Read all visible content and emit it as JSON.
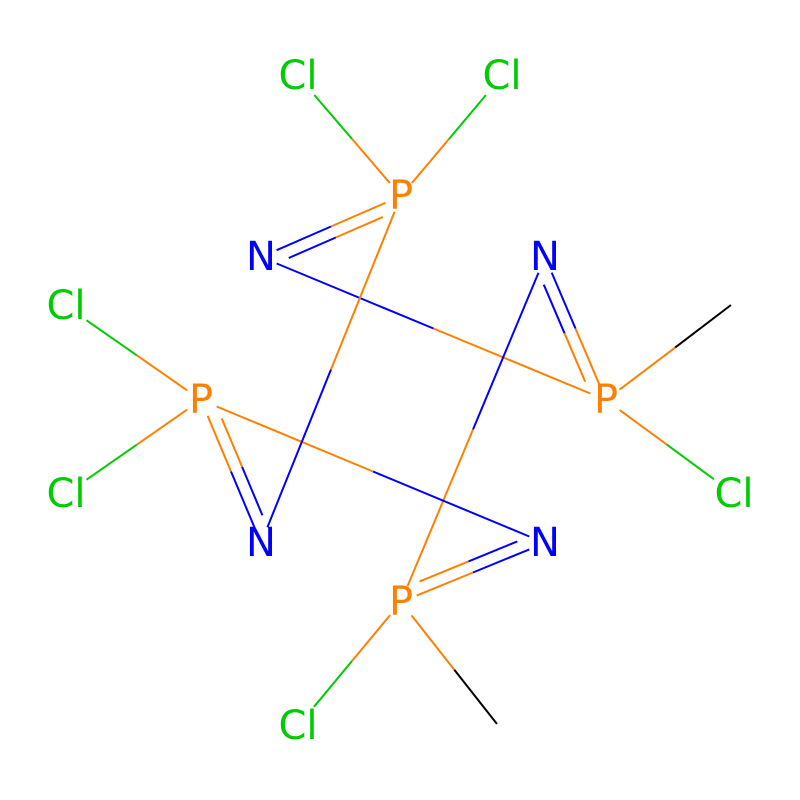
{
  "colors": {
    "P": "#ff8000",
    "N": "#0000ff",
    "Cl": "#00cc00",
    "C": "#000000",
    "background": "#ffffff"
  },
  "atoms": [
    {
      "id": "P1",
      "element": "P",
      "label": "P"
    },
    {
      "id": "N1",
      "element": "N",
      "label": "N"
    },
    {
      "id": "P2",
      "element": "P",
      "label": "P"
    },
    {
      "id": "N2",
      "element": "N",
      "label": "N"
    },
    {
      "id": "P3",
      "element": "P",
      "label": "P"
    },
    {
      "id": "N3",
      "element": "N",
      "label": "N"
    },
    {
      "id": "P4",
      "element": "P",
      "label": "P"
    },
    {
      "id": "N4",
      "element": "N",
      "label": "N"
    },
    {
      "id": "Cl1",
      "element": "Cl",
      "label": "Cl"
    },
    {
      "id": "Cl2",
      "element": "Cl",
      "label": "Cl"
    },
    {
      "id": "Cl3",
      "element": "Cl",
      "label": "Cl"
    },
    {
      "id": "Cl4",
      "element": "Cl",
      "label": "Cl"
    },
    {
      "id": "Cl5",
      "element": "Cl",
      "label": "Cl"
    },
    {
      "id": "Cl6",
      "element": "Cl",
      "label": "Cl"
    },
    {
      "id": "C1",
      "element": "C",
      "label": ""
    },
    {
      "id": "C2",
      "element": "C",
      "label": ""
    }
  ],
  "bonds": [
    {
      "from": "P1",
      "to": "N1",
      "order": 2
    },
    {
      "from": "N1",
      "to": "P2",
      "order": 1
    },
    {
      "from": "P2",
      "to": "N2",
      "order": 2
    },
    {
      "from": "N2",
      "to": "P3",
      "order": 1
    },
    {
      "from": "P3",
      "to": "N3",
      "order": 2
    },
    {
      "from": "N3",
      "to": "P4",
      "order": 1
    },
    {
      "from": "P4",
      "to": "N4",
      "order": 2
    },
    {
      "from": "N4",
      "to": "P1",
      "order": 1
    },
    {
      "from": "P1",
      "to": "Cl1",
      "order": 1
    },
    {
      "from": "P1",
      "to": "Cl2",
      "order": 1
    },
    {
      "from": "P2",
      "to": "C1",
      "order": 1
    },
    {
      "from": "P2",
      "to": "Cl3",
      "order": 1
    },
    {
      "from": "P3",
      "to": "Cl4",
      "order": 1
    },
    {
      "from": "P3",
      "to": "C2",
      "order": 1
    },
    {
      "from": "P4",
      "to": "Cl5",
      "order": 1
    },
    {
      "from": "P4",
      "to": "Cl6",
      "order": 1
    }
  ]
}
